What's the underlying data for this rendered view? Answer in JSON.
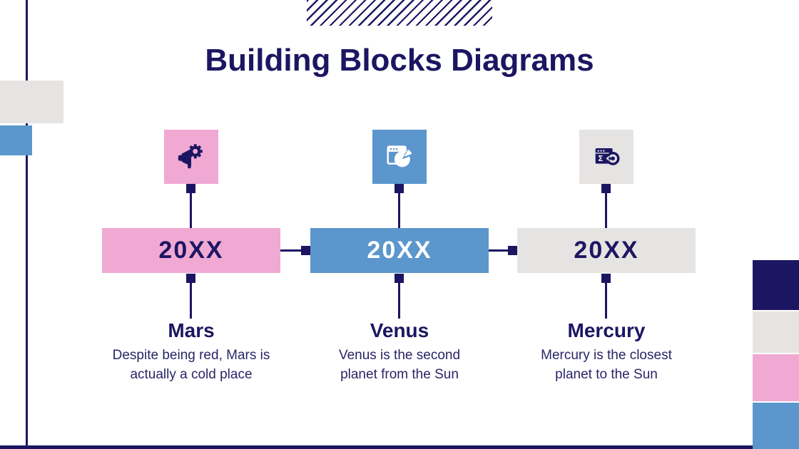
{
  "slide": {
    "title": "Building Blocks Diagrams",
    "items": [
      {
        "year": "20XX",
        "name": "Mars",
        "description": [
          "Despite being red, Mars is",
          "actually a cold place"
        ],
        "icon": "megaphone-gear-icon",
        "color": "#F0A9D3"
      },
      {
        "year": "20XX",
        "name": "Venus",
        "description": [
          "Venus is the second",
          "planet from the Sun"
        ],
        "icon": "browser-pie-chart-icon",
        "color": "#5B96CC"
      },
      {
        "year": "20XX",
        "name": "Mercury",
        "description": [
          "Mercury is the closest",
          "planet to the Sun"
        ],
        "icon": "browser-sum-target-icon",
        "color": "#E6E4E2"
      }
    ],
    "colors": {
      "navy": "#1C1662",
      "pink": "#F0A9D3",
      "blue": "#5B96CC",
      "gray": "#E6E4E2",
      "description_text": "#2A2566",
      "background": "#FFFFFF"
    },
    "palette_swatches": [
      "#1C1662",
      "#E6E4E2",
      "#F0A9D3",
      "#5B96CC"
    ]
  }
}
